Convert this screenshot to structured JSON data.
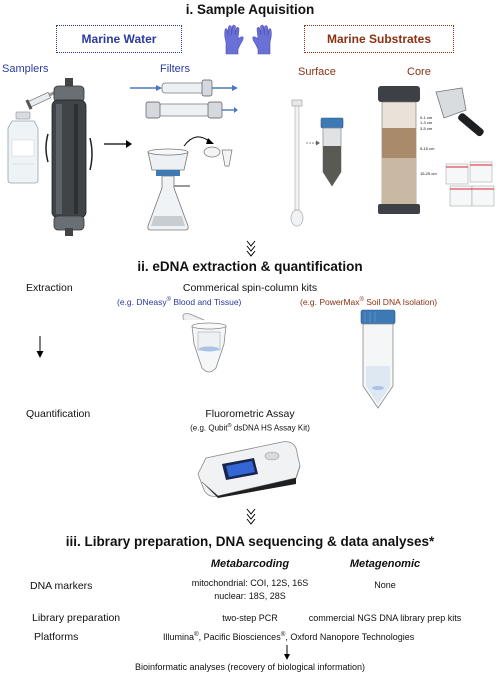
{
  "sections": {
    "s1_title": "i. Sample Aquisition",
    "s2_title": "ii. eDNA extraction & quantification",
    "s3_title": "iii. Library preparation, DNA sequencing & data analyses*"
  },
  "acquisition": {
    "marine_water": "Marine Water",
    "marine_substrates": "Marine Substrates",
    "samplers": "Samplers",
    "filters": "Filters",
    "surface": "Surface",
    "core": "Core",
    "core_depths": [
      "0-1 cm",
      "1-3 cm",
      "3-5 cm",
      "5-15 cm",
      "15-25 cm"
    ]
  },
  "extraction": {
    "label": "Extraction",
    "kits_title": "Commerical spin-column kits",
    "kit_blue_pre": "(e.g. DNeasy",
    "kit_blue_post": " Blood and Tissue)",
    "kit_red_pre": "(e.g. PowerMax",
    "kit_red_post": " Soil DNA Isolation)",
    "reg": "®",
    "quant_label": "Quantification",
    "assay_title": "Fluorometric Assay",
    "assay_pre": "(e.g. Qubit",
    "assay_post": " dsDNA HS Assay Kit)"
  },
  "library": {
    "col_metabarcoding": "Metabarcoding",
    "col_metagenomic": "Metagenomic",
    "rows": [
      {
        "label": "DNA markers",
        "metabarcoding_l1": "mitochondrial: COI, 12S, 16S",
        "metabarcoding_l2": "nuclear: 18S, 28S",
        "metagenomic": "None"
      },
      {
        "label": "Library  preparation",
        "metabarcoding": "two-step PCR",
        "metagenomic": "commercial NGS DNA library prep kits"
      }
    ],
    "platforms_label": "Platforms",
    "platforms": [
      "Illumina",
      ", Pacific Biosciences",
      ", Oxford Nanopore Technologies"
    ],
    "bioinformatic": "Bioinformatic analyses (recovery of biological information)"
  },
  "colors": {
    "blue": "#2b3aa0",
    "red": "#8a3212",
    "glove": "#6b70d6"
  }
}
